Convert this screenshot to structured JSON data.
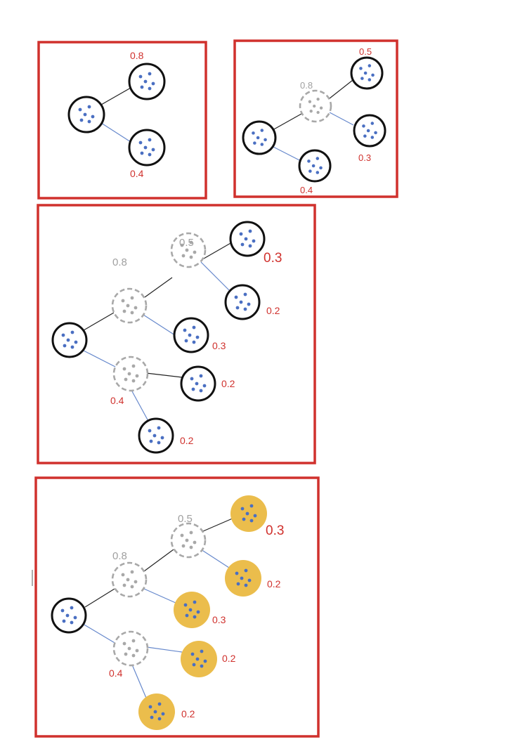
{
  "panels": [
    {
      "id": "panel-1",
      "labels": {
        "top_leaf": "0.8",
        "bottom_leaf": "0.4"
      }
    },
    {
      "id": "panel-2",
      "labels": {
        "ghost": "0.8",
        "top_leaf": "0.5",
        "right_leaf": "0.3",
        "bottom_leaf": "0.4"
      }
    },
    {
      "id": "panel-3",
      "labels": {
        "ghost_a": "0.5",
        "ghost_b": "0.8",
        "ghost_c": "0.4",
        "leaf_1": "0.3",
        "leaf_2": "0.2",
        "leaf_3": "0.3",
        "leaf_4": "0.2",
        "leaf_5": "0.2"
      }
    },
    {
      "id": "panel-4",
      "labels": {
        "ghost_a": "0.5",
        "ghost_b": "0.8",
        "ghost_c": "0.4",
        "leaf_1": "0.3",
        "leaf_2": "0.2",
        "leaf_3": "0.3",
        "leaf_4": "0.2",
        "leaf_5": "0.2"
      }
    }
  ],
  "colors": {
    "frame": "#d0312d",
    "node_outline": "#111111",
    "ghost_outline": "#a8a8a8",
    "dot": "#4a6fc2",
    "highlight_fill": "#ebbd4c",
    "label_red": "#d0312d",
    "label_gray": "#a0a0a0"
  }
}
